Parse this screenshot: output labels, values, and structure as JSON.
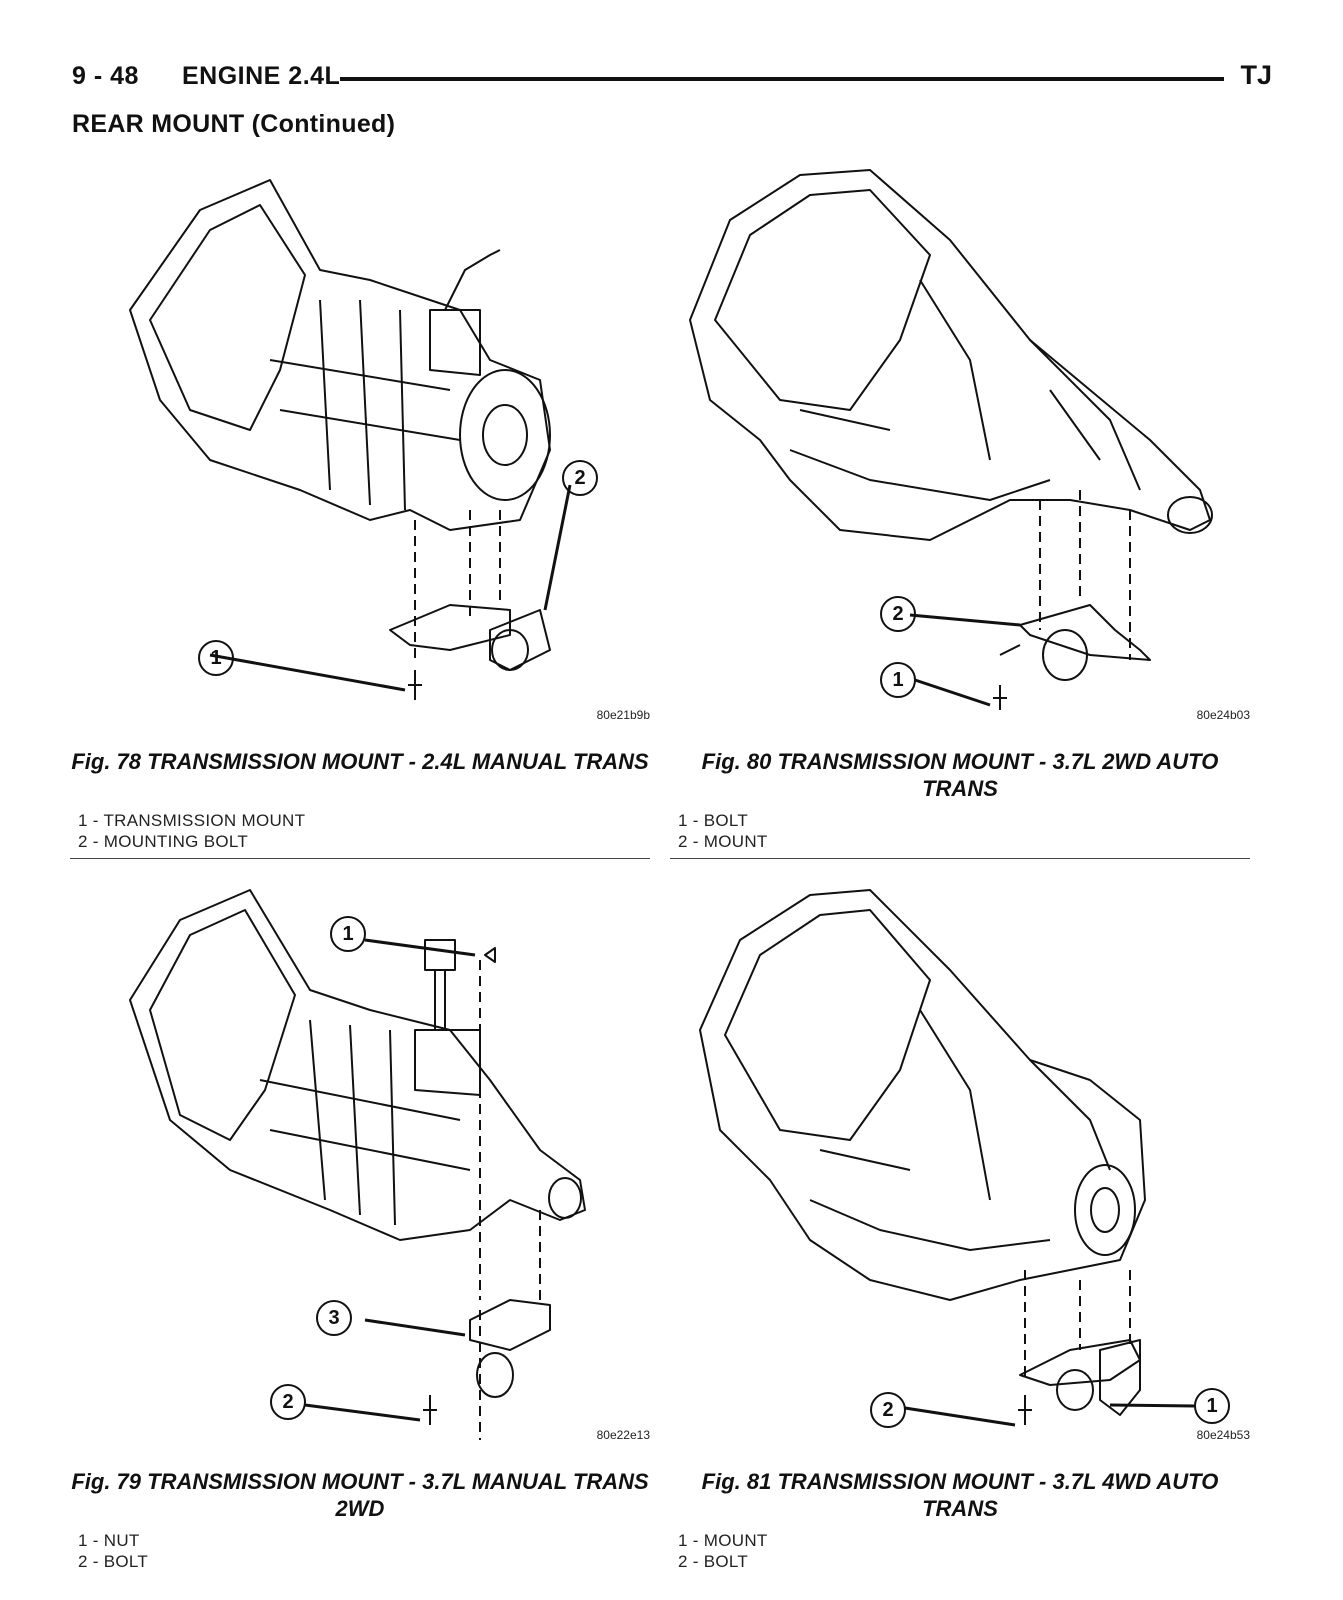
{
  "header": {
    "page_number": "9 - 48",
    "title": "ENGINE 2.4L",
    "model": "TJ"
  },
  "section_title": "REAR MOUNT (Continued)",
  "figures": [
    {
      "code": "80e21b9b",
      "caption": "Fig. 78 TRANSMISSION MOUNT - 2.4L MANUAL TRANS",
      "callouts": [
        "1",
        "2"
      ],
      "legend": [
        "1 - TRANSMISSION MOUNT",
        "2 - MOUNTING BOLT"
      ]
    },
    {
      "code": "80e24b03",
      "caption": "Fig. 80 TRANSMISSION MOUNT - 3.7L 2WD AUTO TRANS",
      "callouts": [
        "2",
        "1"
      ],
      "legend": [
        "1 - BOLT",
        "2 - MOUNT"
      ]
    },
    {
      "code": "80e22e13",
      "caption": "Fig. 79 TRANSMISSION MOUNT - 3.7L MANUAL TRANS 2WD",
      "callouts": [
        "1",
        "3",
        "2"
      ],
      "legend": [
        "1 - NUT",
        "2 - BOLT"
      ]
    },
    {
      "code": "80e24b53",
      "caption": "Fig. 81 TRANSMISSION MOUNT - 3.7L 4WD AUTO TRANS",
      "callouts": [
        "2",
        "1"
      ],
      "legend": [
        "1 - MOUNT",
        "2 - BOLT"
      ]
    }
  ]
}
